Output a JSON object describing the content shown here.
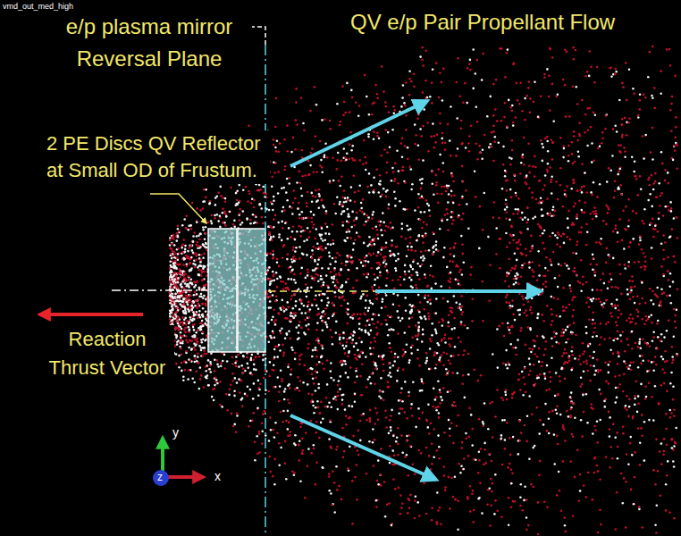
{
  "diagram": {
    "labels": [
      "vmd_out_med_high",
      "e/p plasma mirror Reversal Plane",
      "QV e/p Pair Propellant Flow",
      "2 PE Discs QV Reflector at Small OD of Frustum.",
      "Reaction Thrust Vector",
      "y",
      "z",
      "x"
    ]
  }
}
